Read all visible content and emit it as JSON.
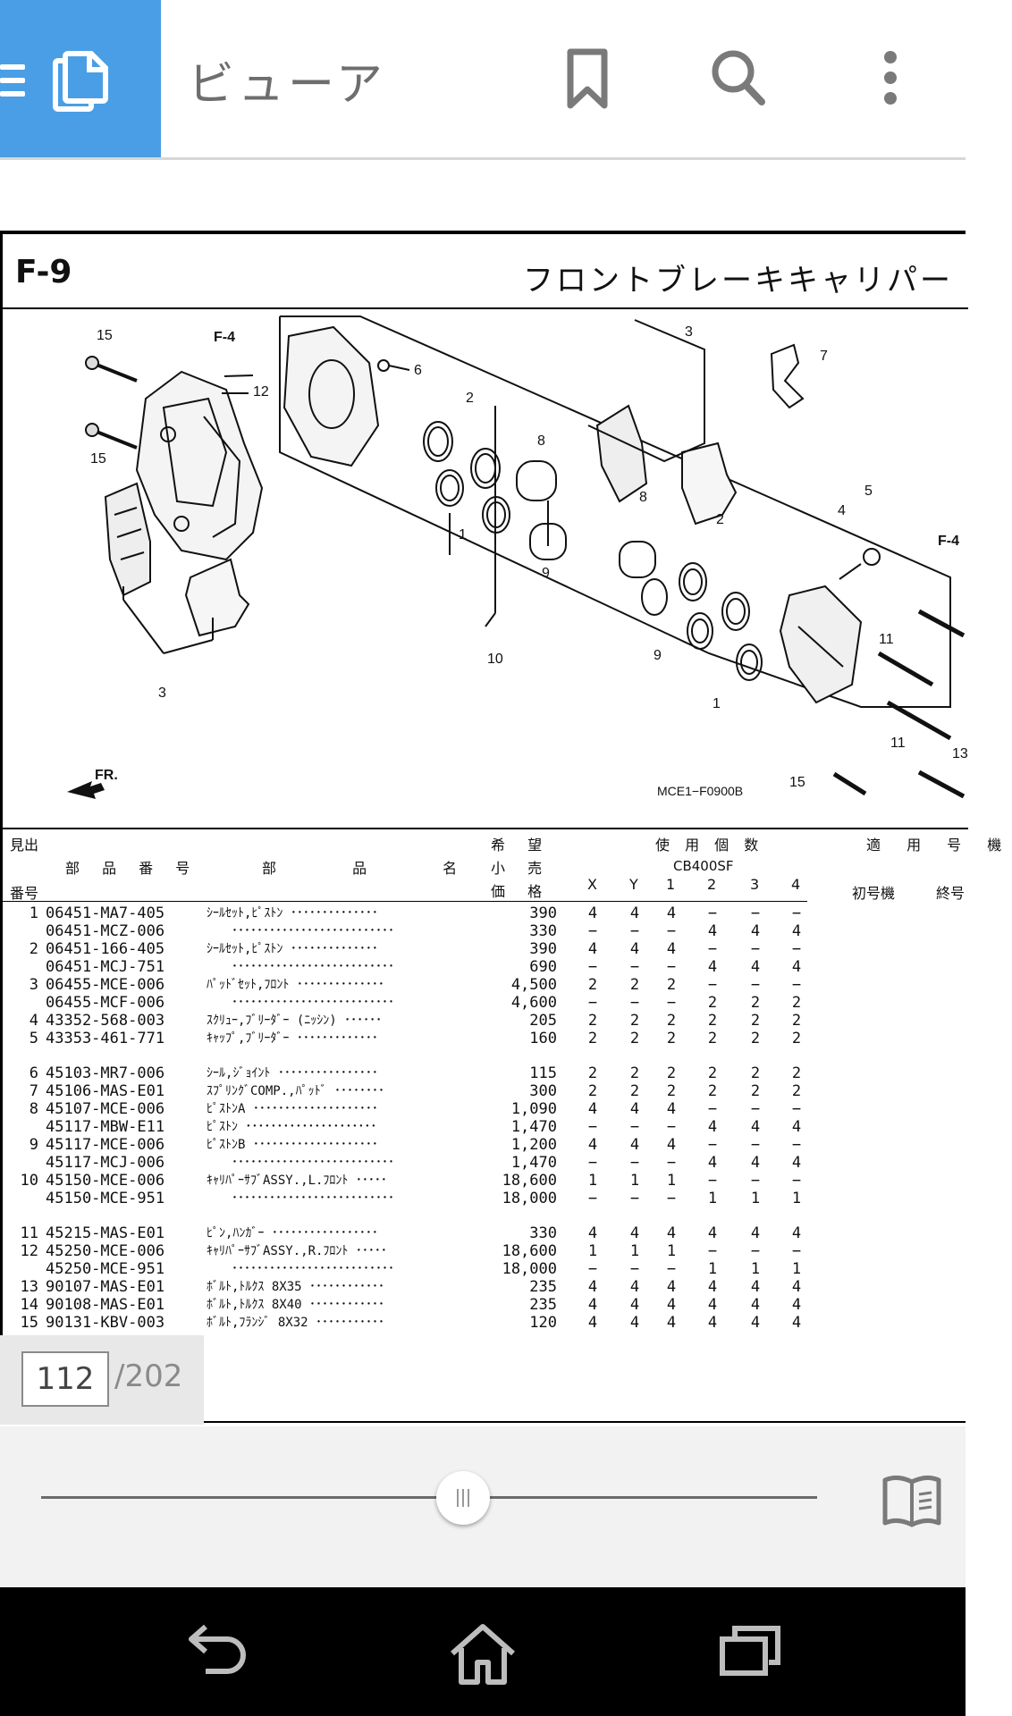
{
  "app": {
    "title": "ビューア"
  },
  "document": {
    "section_code": "F-9",
    "section_title": "フロントブレーキキャリパー",
    "diagram_code": "MCE1−F0900B",
    "callouts": [
      "15",
      "F-4",
      "12",
      "15",
      "6",
      "2",
      "8",
      "3",
      "7",
      "1",
      "9",
      "8",
      "2",
      "5",
      "4",
      "F-4",
      "11",
      "9",
      "1",
      "11",
      "10",
      "3",
      "13",
      "15",
      "FR."
    ],
    "table_headers": {
      "midashi": "見出",
      "bango": "番号",
      "part_no": "部 品 番 号",
      "part_name": "部 品 名",
      "price_l1": "希 望",
      "price_l2": "小 売",
      "price_l3": "価 格",
      "usage": "使 用 個 数",
      "model": "CB400SF",
      "cols": [
        "X",
        "Y",
        "1",
        "2",
        "3",
        "4"
      ],
      "applicable": "適 用 号 機",
      "first": "初号機",
      "last": "終号"
    },
    "rows": [
      {
        "num": "1",
        "part": "06451-MA7-405",
        "name": "ｼｰﾙｾｯﾄ,ﾋﾟｽﾄﾝ ･･････････････",
        "price": "390",
        "q": [
          "4",
          "4",
          "4",
          "−",
          "−",
          "−"
        ]
      },
      {
        "num": "",
        "part": "06451-MCZ-006",
        "name": "　　･･････････････････････････",
        "price": "330",
        "q": [
          "−",
          "−",
          "−",
          "4",
          "4",
          "4"
        ]
      },
      {
        "num": "2",
        "part": "06451-166-405",
        "name": "ｼｰﾙｾｯﾄ,ﾋﾟｽﾄﾝ ･･････････････",
        "price": "390",
        "q": [
          "4",
          "4",
          "4",
          "−",
          "−",
          "−"
        ]
      },
      {
        "num": "",
        "part": "06451-MCJ-751",
        "name": "　　･･････････････････････････",
        "price": "690",
        "q": [
          "−",
          "−",
          "−",
          "4",
          "4",
          "4"
        ]
      },
      {
        "num": "3",
        "part": "06455-MCE-006",
        "name": "ﾊﾟｯﾄﾞｾｯﾄ,ﾌﾛﾝﾄ ･･････････････",
        "price": "4,500",
        "q": [
          "2",
          "2",
          "2",
          "−",
          "−",
          "−"
        ]
      },
      {
        "num": "",
        "part": "06455-MCF-006",
        "name": "　　･･････････････････････････",
        "price": "4,600",
        "q": [
          "−",
          "−",
          "−",
          "2",
          "2",
          "2"
        ]
      },
      {
        "num": "4",
        "part": "43352-568-003",
        "name": "ｽｸﾘｭｰ,ﾌﾞﾘｰﾀﾞｰ (ﾆｯｼﾝ) ･･････",
        "price": "205",
        "q": [
          "2",
          "2",
          "2",
          "2",
          "2",
          "2"
        ]
      },
      {
        "num": "5",
        "part": "43353-461-771",
        "name": "ｷｬｯﾌﾟ,ﾌﾞﾘｰﾀﾞｰ ･････････････",
        "price": "160",
        "q": [
          "2",
          "2",
          "2",
          "2",
          "2",
          "2"
        ]
      },
      {
        "num": "6",
        "part": "45103-MR7-006",
        "name": "ｼｰﾙ,ｼﾞｮｲﾝﾄ ････････････････",
        "price": "115",
        "q": [
          "2",
          "2",
          "2",
          "2",
          "2",
          "2"
        ]
      },
      {
        "num": "7",
        "part": "45106-MAS-E01",
        "name": "ｽﾌﾟﾘﾝｸﾞCOMP.,ﾊﾟｯﾄﾞ ････････",
        "price": "300",
        "q": [
          "2",
          "2",
          "2",
          "2",
          "2",
          "2"
        ]
      },
      {
        "num": "8",
        "part": "45107-MCE-006",
        "name": "ﾋﾟｽﾄﾝA ････････････････････",
        "price": "1,090",
        "q": [
          "4",
          "4",
          "4",
          "−",
          "−",
          "−"
        ]
      },
      {
        "num": "",
        "part": "45117-MBW-E11",
        "name": "ﾋﾟｽﾄﾝ ･････････････････････",
        "price": "1,470",
        "q": [
          "−",
          "−",
          "−",
          "4",
          "4",
          "4"
        ]
      },
      {
        "num": "9",
        "part": "45117-MCE-006",
        "name": "ﾋﾟｽﾄﾝB ････････････････････",
        "price": "1,200",
        "q": [
          "4",
          "4",
          "4",
          "−",
          "−",
          "−"
        ]
      },
      {
        "num": "",
        "part": "45117-MCJ-006",
        "name": "　　･･････････････････････････",
        "price": "1,470",
        "q": [
          "−",
          "−",
          "−",
          "4",
          "4",
          "4"
        ]
      },
      {
        "num": "10",
        "part": "45150-MCE-006",
        "name": "ｷｬﾘﾊﾟｰｻﾌﾞASSY.,L.ﾌﾛﾝﾄ ･････",
        "price": "18,600",
        "q": [
          "1",
          "1",
          "1",
          "−",
          "−",
          "−"
        ]
      },
      {
        "num": "",
        "part": "45150-MCE-951",
        "name": "　　･･････････････････････････",
        "price": "18,000",
        "q": [
          "−",
          "−",
          "−",
          "1",
          "1",
          "1"
        ]
      },
      {
        "num": "11",
        "part": "45215-MAS-E01",
        "name": "ﾋﾟﾝ,ﾊﾝｶﾞｰ ･････････････････",
        "price": "330",
        "q": [
          "4",
          "4",
          "4",
          "4",
          "4",
          "4"
        ]
      },
      {
        "num": "12",
        "part": "45250-MCE-006",
        "name": "ｷｬﾘﾊﾟｰｻﾌﾞASSY.,R.ﾌﾛﾝﾄ ･････",
        "price": "18,600",
        "q": [
          "1",
          "1",
          "1",
          "−",
          "−",
          "−"
        ]
      },
      {
        "num": "",
        "part": "45250-MCE-951",
        "name": "　　･･････････････････････････",
        "price": "18,000",
        "q": [
          "−",
          "−",
          "−",
          "1",
          "1",
          "1"
        ]
      },
      {
        "num": "13",
        "part": "90107-MAS-E01",
        "name": "ﾎﾞﾙﾄ,ﾄﾙｸｽ 8X35 ････････････",
        "price": "235",
        "q": [
          "4",
          "4",
          "4",
          "4",
          "4",
          "4"
        ]
      },
      {
        "num": "14",
        "part": "90108-MAS-E01",
        "name": "ﾎﾞﾙﾄ,ﾄﾙｸｽ 8X40 ････････････",
        "price": "235",
        "q": [
          "4",
          "4",
          "4",
          "4",
          "4",
          "4"
        ]
      },
      {
        "num": "15",
        "part": "90131-KBV-003",
        "name": "ﾎﾞﾙﾄ,ﾌﾗﾝｼﾞ 8X32 ･･･････････",
        "price": "120",
        "q": [
          "4",
          "4",
          "4",
          "4",
          "4",
          "4"
        ]
      }
    ]
  },
  "pager": {
    "current": "112",
    "total": "/202"
  },
  "colors": {
    "accent": "#4a9ee6",
    "appbar_bg": "#ffffff",
    "navbar_bg": "#000000"
  },
  "icons": {
    "menu": "menu-icon",
    "documents": "documents-icon",
    "bookmark": "bookmark-icon",
    "search": "search-icon",
    "overflow": "more-vert-icon",
    "book": "book-icon",
    "back": "back-icon",
    "home": "home-icon",
    "recents": "recents-icon"
  }
}
